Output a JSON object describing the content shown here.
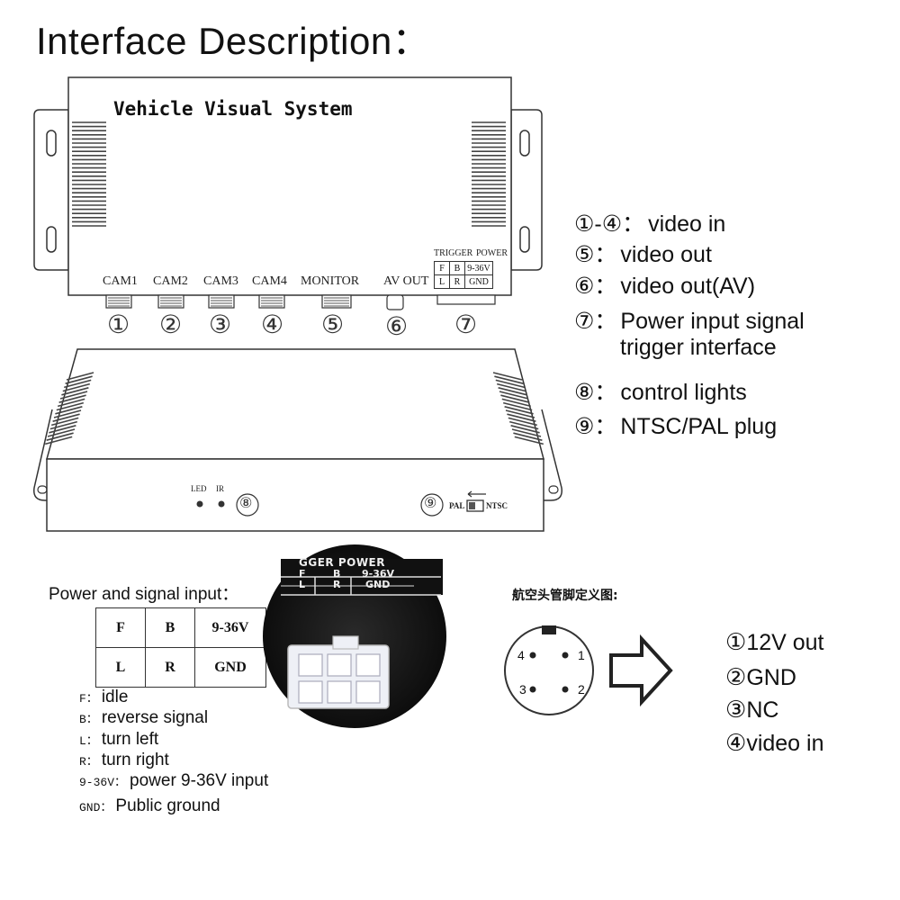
{
  "title": "Interface Description：",
  "device": {
    "name": "Vehicle Visual System",
    "ports": [
      "CAM1",
      "CAM2",
      "CAM3",
      "CAM4",
      "MONITOR",
      "AV OUT"
    ],
    "port_numbers": [
      "①",
      "②",
      "③",
      "④",
      "⑤",
      "⑥",
      "⑦"
    ],
    "trigger_header": "TRIGGER",
    "power_header": "POWER",
    "trigger_cells": [
      "F",
      "B",
      "9-36V",
      "L",
      "R",
      "GND"
    ],
    "front": {
      "led_label": "LED",
      "ir_label": "IR",
      "lights_number": "⑧",
      "switch_number": "⑨",
      "pal_label": "PAL",
      "ntsc_label": "NTSC"
    }
  },
  "legend": [
    {
      "num": "①-④：",
      "text": "video in"
    },
    {
      "num": "⑤：",
      "text": "video out"
    },
    {
      "num": "⑥：",
      "text": "video out(AV)"
    },
    {
      "num": "⑦：",
      "text": "Power input signal"
    },
    {
      "num": "",
      "text": "trigger interface"
    },
    {
      "num": "⑧：",
      "text": "control lights"
    },
    {
      "num": "⑨：",
      "text": "NTSC/PAL plug"
    }
  ],
  "power_section": {
    "title": "Power and signal input：",
    "table": [
      [
        "F",
        "B",
        "9-36V"
      ],
      [
        "L",
        "R",
        "GND"
      ]
    ],
    "defs": [
      {
        "key": "F：",
        "text": "idle"
      },
      {
        "key": "B：",
        "text": "reverse signal"
      },
      {
        "key": "L：",
        "text": "turn left"
      },
      {
        "key": "R：",
        "text": "turn right"
      },
      {
        "key": "9-36V：",
        "text": "power 9-36V input"
      },
      {
        "key": "GND：",
        "text": "Public ground"
      }
    ],
    "photo_header": [
      "GGER",
      "POWER"
    ],
    "photo_cells": [
      "F",
      "B",
      "9-36V",
      "L",
      "R",
      "GND"
    ]
  },
  "aviation": {
    "title": "航空头管脚定义图:",
    "pins": [
      "4",
      "1",
      "3",
      "2"
    ],
    "items": [
      {
        "num": "①",
        "text": "12V out"
      },
      {
        "num": "②",
        "text": "GND"
      },
      {
        "num": "③",
        "text": "NC"
      },
      {
        "num": "④",
        "text": "video in"
      }
    ]
  }
}
